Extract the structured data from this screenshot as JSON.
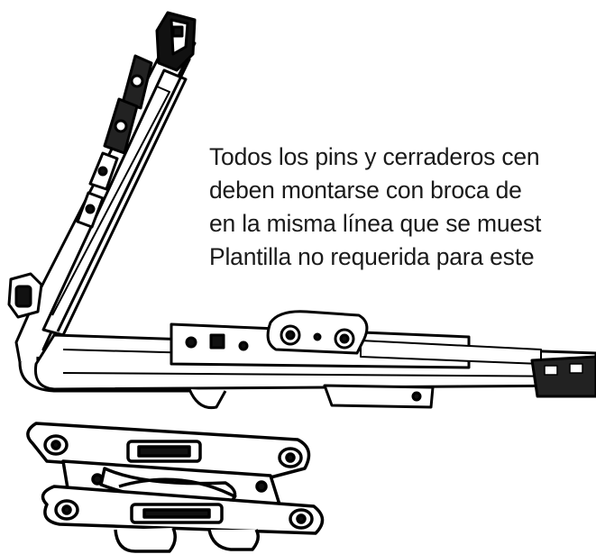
{
  "caption": {
    "lines": [
      "Todos los pins y cerraderos cen",
      "deben montarse con broca de",
      "en la misma línea que se muest",
      "Plantilla no requerida para este"
    ]
  },
  "drawing": {
    "subject": "window-fitting-hardware",
    "parts": [
      "vertical-corner-stay",
      "horizontal-track-arm",
      "scissor-hinge-detail"
    ],
    "stroke_color": "#000000",
    "fill_color": "#ffffff"
  }
}
